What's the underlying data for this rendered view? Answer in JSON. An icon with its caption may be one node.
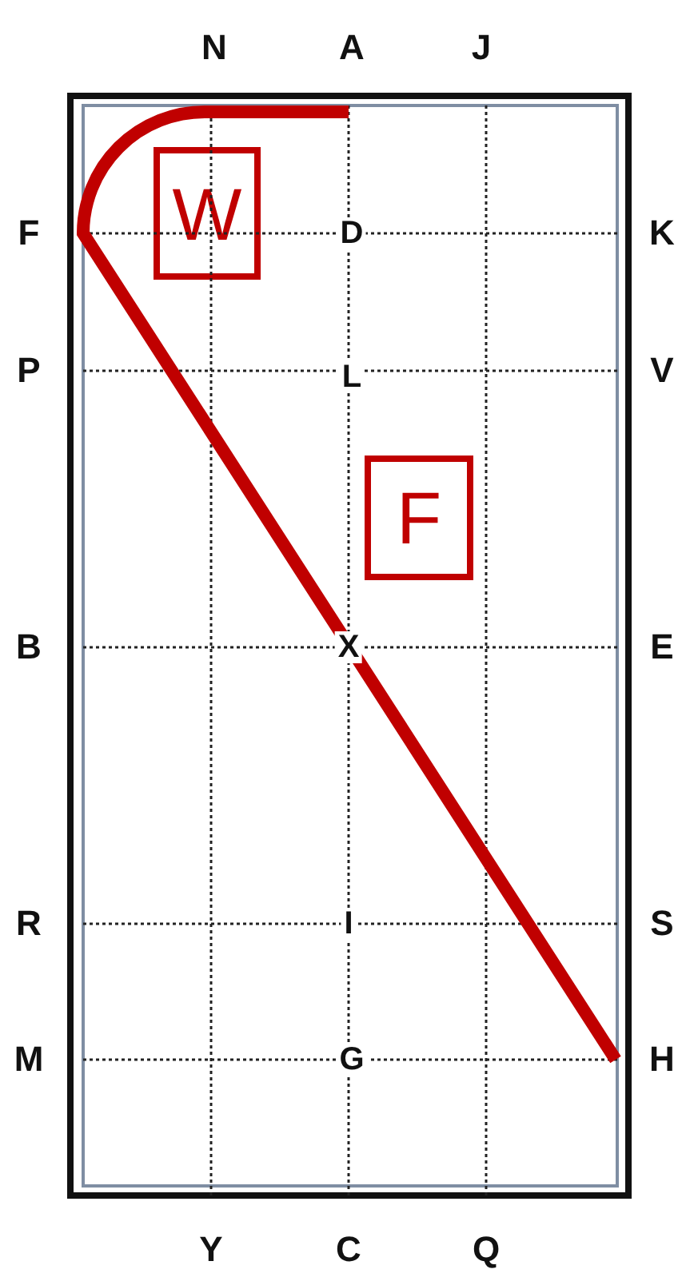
{
  "diagram": {
    "nodes": [
      {
        "text": [
          "W"
        ]
      },
      {
        "text": [
          "F"
        ]
      }
    ],
    "labels": [
      "N",
      "A",
      "J",
      "F",
      "D",
      "K",
      "P",
      "L",
      "V",
      "B",
      "X",
      "E",
      "R",
      "I",
      "S",
      "M",
      "G",
      "H",
      "Y",
      "C",
      "Q"
    ]
  }
}
